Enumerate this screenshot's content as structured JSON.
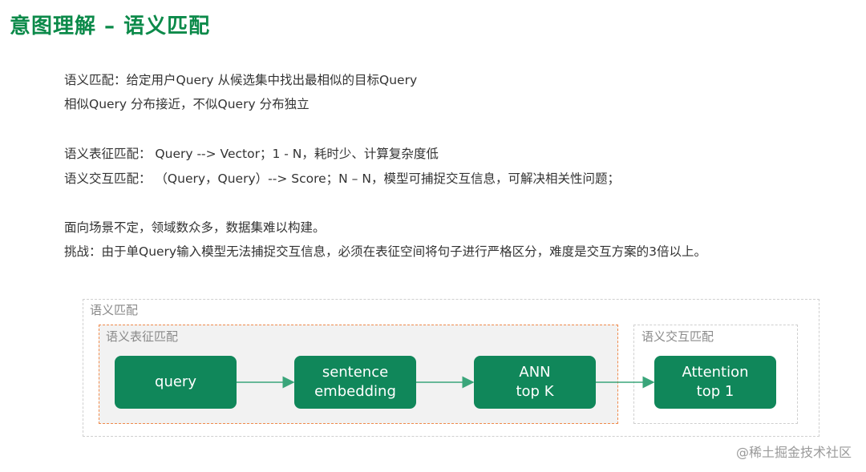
{
  "title": "意图理解 – 语义匹配",
  "lines": [
    "语义匹配：给定用户Query 从候选集中找出最相似的目标Query",
    "相似Query 分布接近，不似Query 分布独立",
    "语义表征匹配： Query --> Vector；1 - N，耗时少、计算复杂度低",
    "语义交互匹配： （Query，Query）--> Score；N – N，模型可捕捉交互信息，可解决相关性问题；",
    "面向场景不定，领域数众多，数据集难以构建。",
    "挑战：由于单Query输入模型无法捕捉交互信息，必须在表征空间将句子进行严格区分，难度是交互方案的3倍以上。"
  ],
  "diagram": {
    "outer_label": "语义匹配",
    "left_group_label": "语义表征匹配",
    "right_group_label": "语义交互匹配",
    "nodes": [
      {
        "line1": "query",
        "line2": ""
      },
      {
        "line1": "sentence",
        "line2": "embedding"
      },
      {
        "line1": "ANN",
        "line2": "top K"
      },
      {
        "line1": "Attention",
        "line2": "top 1"
      }
    ],
    "arrow_color": "#3aa57a",
    "node_color": "#10875a",
    "border_highlight_color": "#f08a4b"
  },
  "watermark": "@稀土掘金技术社区"
}
